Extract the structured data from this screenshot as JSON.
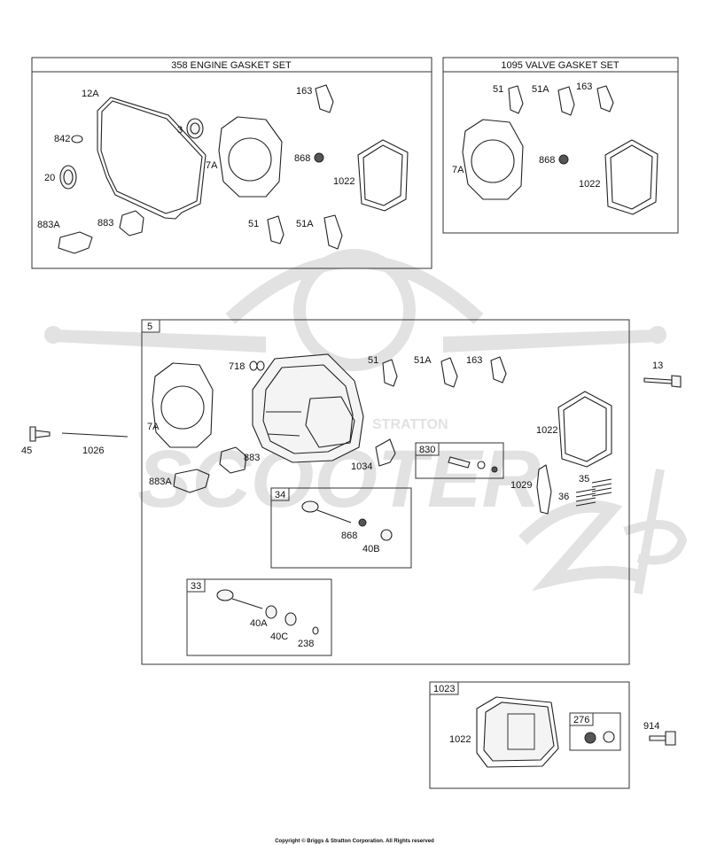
{
  "watermark": {
    "brand": "SCOOTER",
    "sub": "STRATTON"
  },
  "boxes": {
    "engine_gasket_set": {
      "title": "358 ENGINE GASKET SET"
    },
    "valve_gasket_set": {
      "title": "1095 VALVE GASKET SET"
    },
    "cylinder_head": {
      "tag": "5"
    },
    "sub_830": {
      "tag": "830"
    },
    "sub_34": {
      "tag": "34"
    },
    "sub_33": {
      "tag": "33"
    },
    "sub_1023": {
      "tag": "1023"
    },
    "sub_276": {
      "tag": "276"
    }
  },
  "callouts": {
    "eg_12A": "12A",
    "eg_842": "842",
    "eg_3": "3",
    "eg_163": "163",
    "eg_20": "20",
    "eg_7A": "7A",
    "eg_868": "868",
    "eg_1022": "1022",
    "eg_883A": "883A",
    "eg_883": "883",
    "eg_51": "51",
    "eg_51A": "51A",
    "vg_51": "51",
    "vg_51A": "51A",
    "vg_163": "163",
    "vg_7A": "7A",
    "vg_868": "868",
    "vg_1022": "1022",
    "ch_718": "718",
    "ch_51": "51",
    "ch_51A": "51A",
    "ch_163": "163",
    "ch_7A": "7A",
    "ch_883": "883",
    "ch_883A": "883A",
    "ch_1034": "1034",
    "ch_1022": "1022",
    "ch_1029": "1029",
    "ch_35": "35",
    "ch_36": "36",
    "b34_868": "868",
    "b34_40B": "40B",
    "b33_40A": "40A",
    "b33_40C": "40C",
    "b33_238": "238",
    "out_13": "13",
    "out_45": "45",
    "out_1026": "1026",
    "vc_1022": "1022",
    "out_914": "914"
  },
  "copyright": "Copyright © Briggs & Stratton Corporation. All Rights reserved"
}
